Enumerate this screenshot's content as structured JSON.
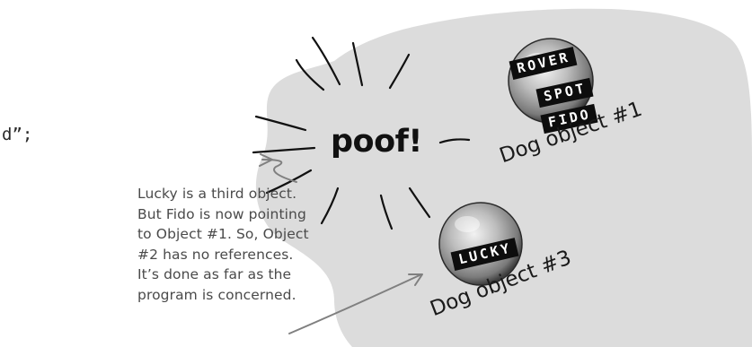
{
  "code_fragment": "d”;",
  "annotation": {
    "lines": [
      "Lucky is a third object.",
      "But Fido is now pointing",
      "to Object #1. So, Object",
      "#2 has no references.",
      "It’s done as far as the",
      "program is concerned."
    ]
  },
  "poof_text": "poof!",
  "objects": [
    {
      "label": "Dog object #1",
      "references": [
        "ROVER",
        "SPOT",
        "FIDO"
      ]
    },
    {
      "label": "Dog object #3",
      "references": [
        "LUCKY"
      ]
    }
  ],
  "colors": {
    "heap": "#dcdcdc",
    "tag_background": "#0d0d0d",
    "tag_text": "#ffffff",
    "annotation_text": "#4a4a4a"
  }
}
